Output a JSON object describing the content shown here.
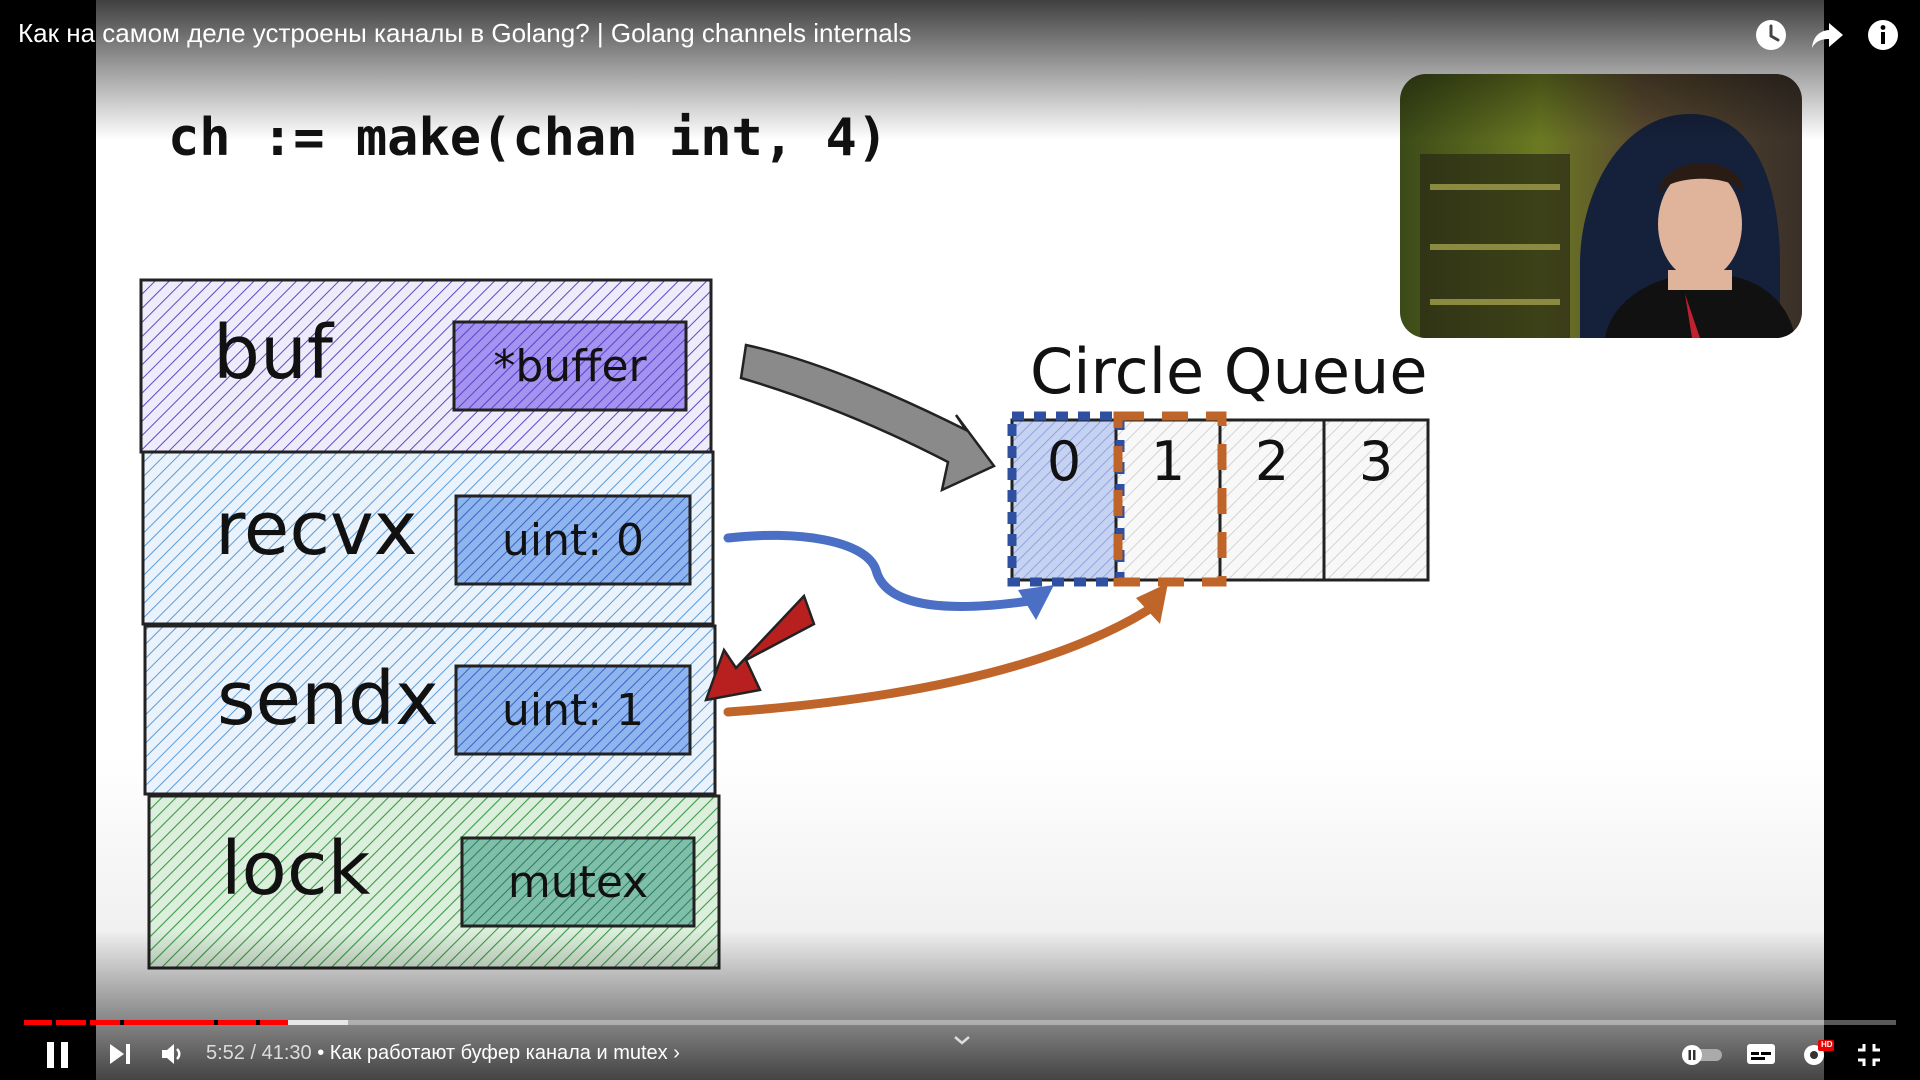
{
  "video": {
    "title": "Как на самом деле устроены каналы в Golang? | Golang channels internals",
    "current_time": "5:52",
    "duration": "41:30",
    "time_separator": "/",
    "chapter": "• Как работают буфер канала и mutex ›",
    "progress_fraction": 0.141,
    "buffered_fraction": 0.173,
    "quality_badge": "HD"
  },
  "slide": {
    "code": "ch := make(chan int, 4)",
    "struct_rows": [
      {
        "label": "buf",
        "value": "*buffer",
        "color": "#5b4bc4",
        "box_color": "#7a5be0"
      },
      {
        "label": "recvx",
        "value": "uint: 0",
        "color": "#5c9bd6",
        "box_color": "#3f62c9"
      },
      {
        "label": "sendx",
        "value": "uint: 1",
        "color": "#6ea6da",
        "box_color": "#3d7fd0"
      },
      {
        "label": "lock",
        "value": "mutex",
        "color": "#3f9a4a",
        "box_color": "#2e8a7a"
      }
    ],
    "queue_title": "Circle Queue",
    "queue_cells": [
      "0",
      "1",
      "2",
      "3"
    ],
    "colors": {
      "recv_arrow": "#4a6fc4",
      "send_arrow": "#c0652a",
      "pointer_arrow": "#8a8a8a",
      "red_arrow": "#b82020"
    }
  },
  "icons": {
    "top": [
      "watch-later-icon",
      "share-icon",
      "info-icon"
    ],
    "controls": [
      "pause-icon",
      "next-icon",
      "volume-icon",
      "chevron-up-icon",
      "autoplay-toggle-icon",
      "subtitles-icon",
      "settings-icon",
      "exit-fullscreen-icon"
    ]
  }
}
